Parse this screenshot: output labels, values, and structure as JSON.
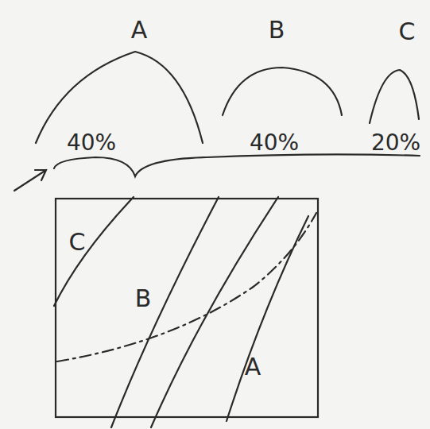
{
  "diagram": {
    "labels": [
      "A",
      "B",
      "C",
      "40%",
      "40%",
      "20%",
      "C",
      "B",
      "A"
    ]
  }
}
